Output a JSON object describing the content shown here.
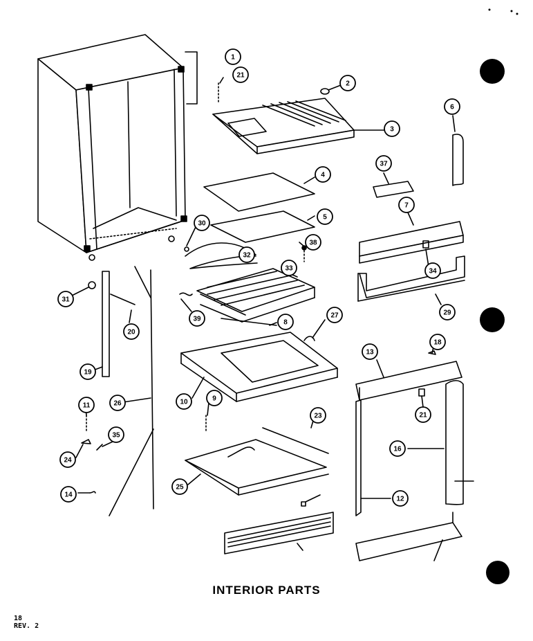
{
  "title": "INTERIOR PARTS",
  "page": {
    "number": "18",
    "revision": "REV. 2"
  },
  "callouts": [
    "1",
    "21",
    "2",
    "3",
    "6",
    "4",
    "37",
    "5",
    "7",
    "30",
    "32",
    "38",
    "33",
    "34",
    "31",
    "20",
    "39",
    "8",
    "27",
    "29",
    "19",
    "26",
    "10",
    "9",
    "13",
    "18",
    "21",
    "23",
    "25",
    "11",
    "24",
    "35",
    "16",
    "14",
    "12"
  ],
  "colors": {
    "ink": "#000000",
    "paper": "#ffffff"
  }
}
